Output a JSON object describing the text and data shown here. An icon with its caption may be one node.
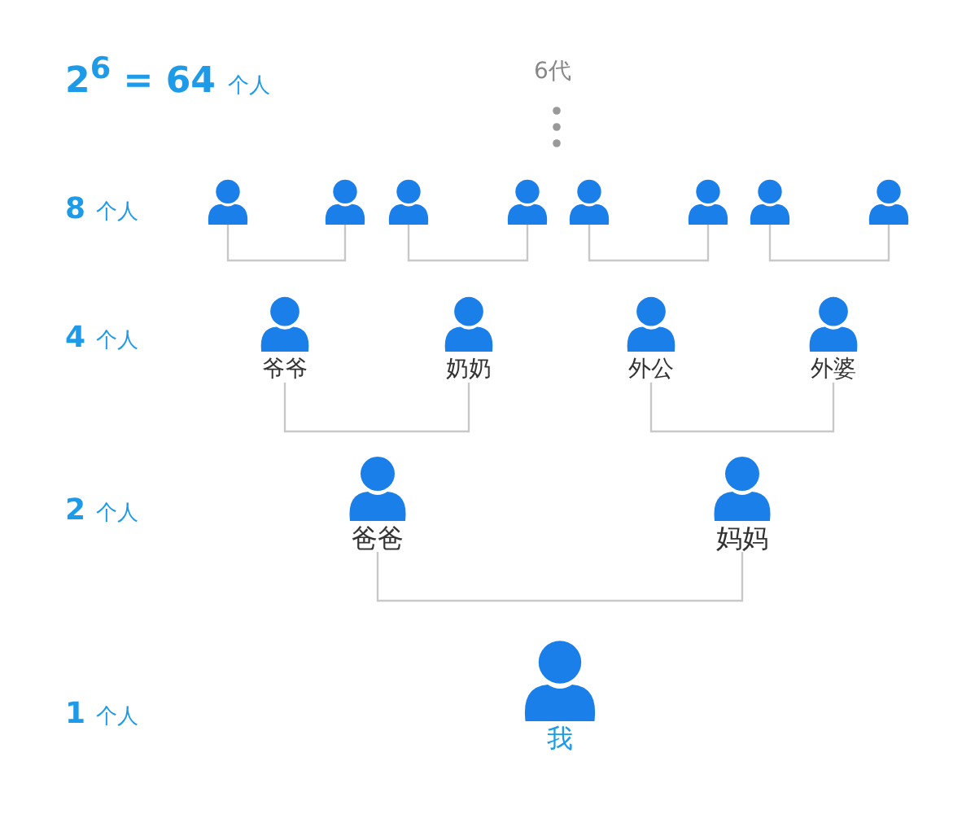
{
  "diagram": {
    "nodes": [
      {
        "text": [],
        "shape": "person"
      },
      {
        "text": [],
        "shape": "person"
      },
      {
        "text": [],
        "shape": "person"
      },
      {
        "text": [],
        "shape": "person"
      },
      {
        "text": [],
        "shape": "person"
      },
      {
        "text": [],
        "shape": "person"
      },
      {
        "text": [],
        "shape": "person"
      },
      {
        "text": [],
        "shape": "person"
      },
      {
        "text": [
          "爷爷"
        ]
      },
      {
        "text": [
          "奶奶"
        ]
      },
      {
        "text": [
          "外公"
        ]
      },
      {
        "text": [
          "外婆"
        ]
      },
      {
        "text": [
          "爸爸"
        ]
      },
      {
        "text": [
          "妈妈"
        ]
      },
      {
        "text": [
          "我"
        ]
      }
    ],
    "edges": [
      {
        "from": 0,
        "to": 1,
        "arrow": "none"
      },
      {
        "from": 2,
        "to": 3,
        "arrow": "none"
      },
      {
        "from": 4,
        "to": 5,
        "arrow": "none"
      },
      {
        "from": 6,
        "to": 7,
        "arrow": "none"
      },
      {
        "from": 8,
        "to": 9,
        "arrow": "none"
      },
      {
        "from": 10,
        "to": 11,
        "arrow": "none"
      },
      {
        "from": 12,
        "to": 13,
        "arrow": "none"
      }
    ],
    "labels": [
      "2$^{6}$ = 64 个人",
      "6代",
      "8 个人",
      "4 个人",
      "2 个人",
      "1 个人"
    ]
  }
}
